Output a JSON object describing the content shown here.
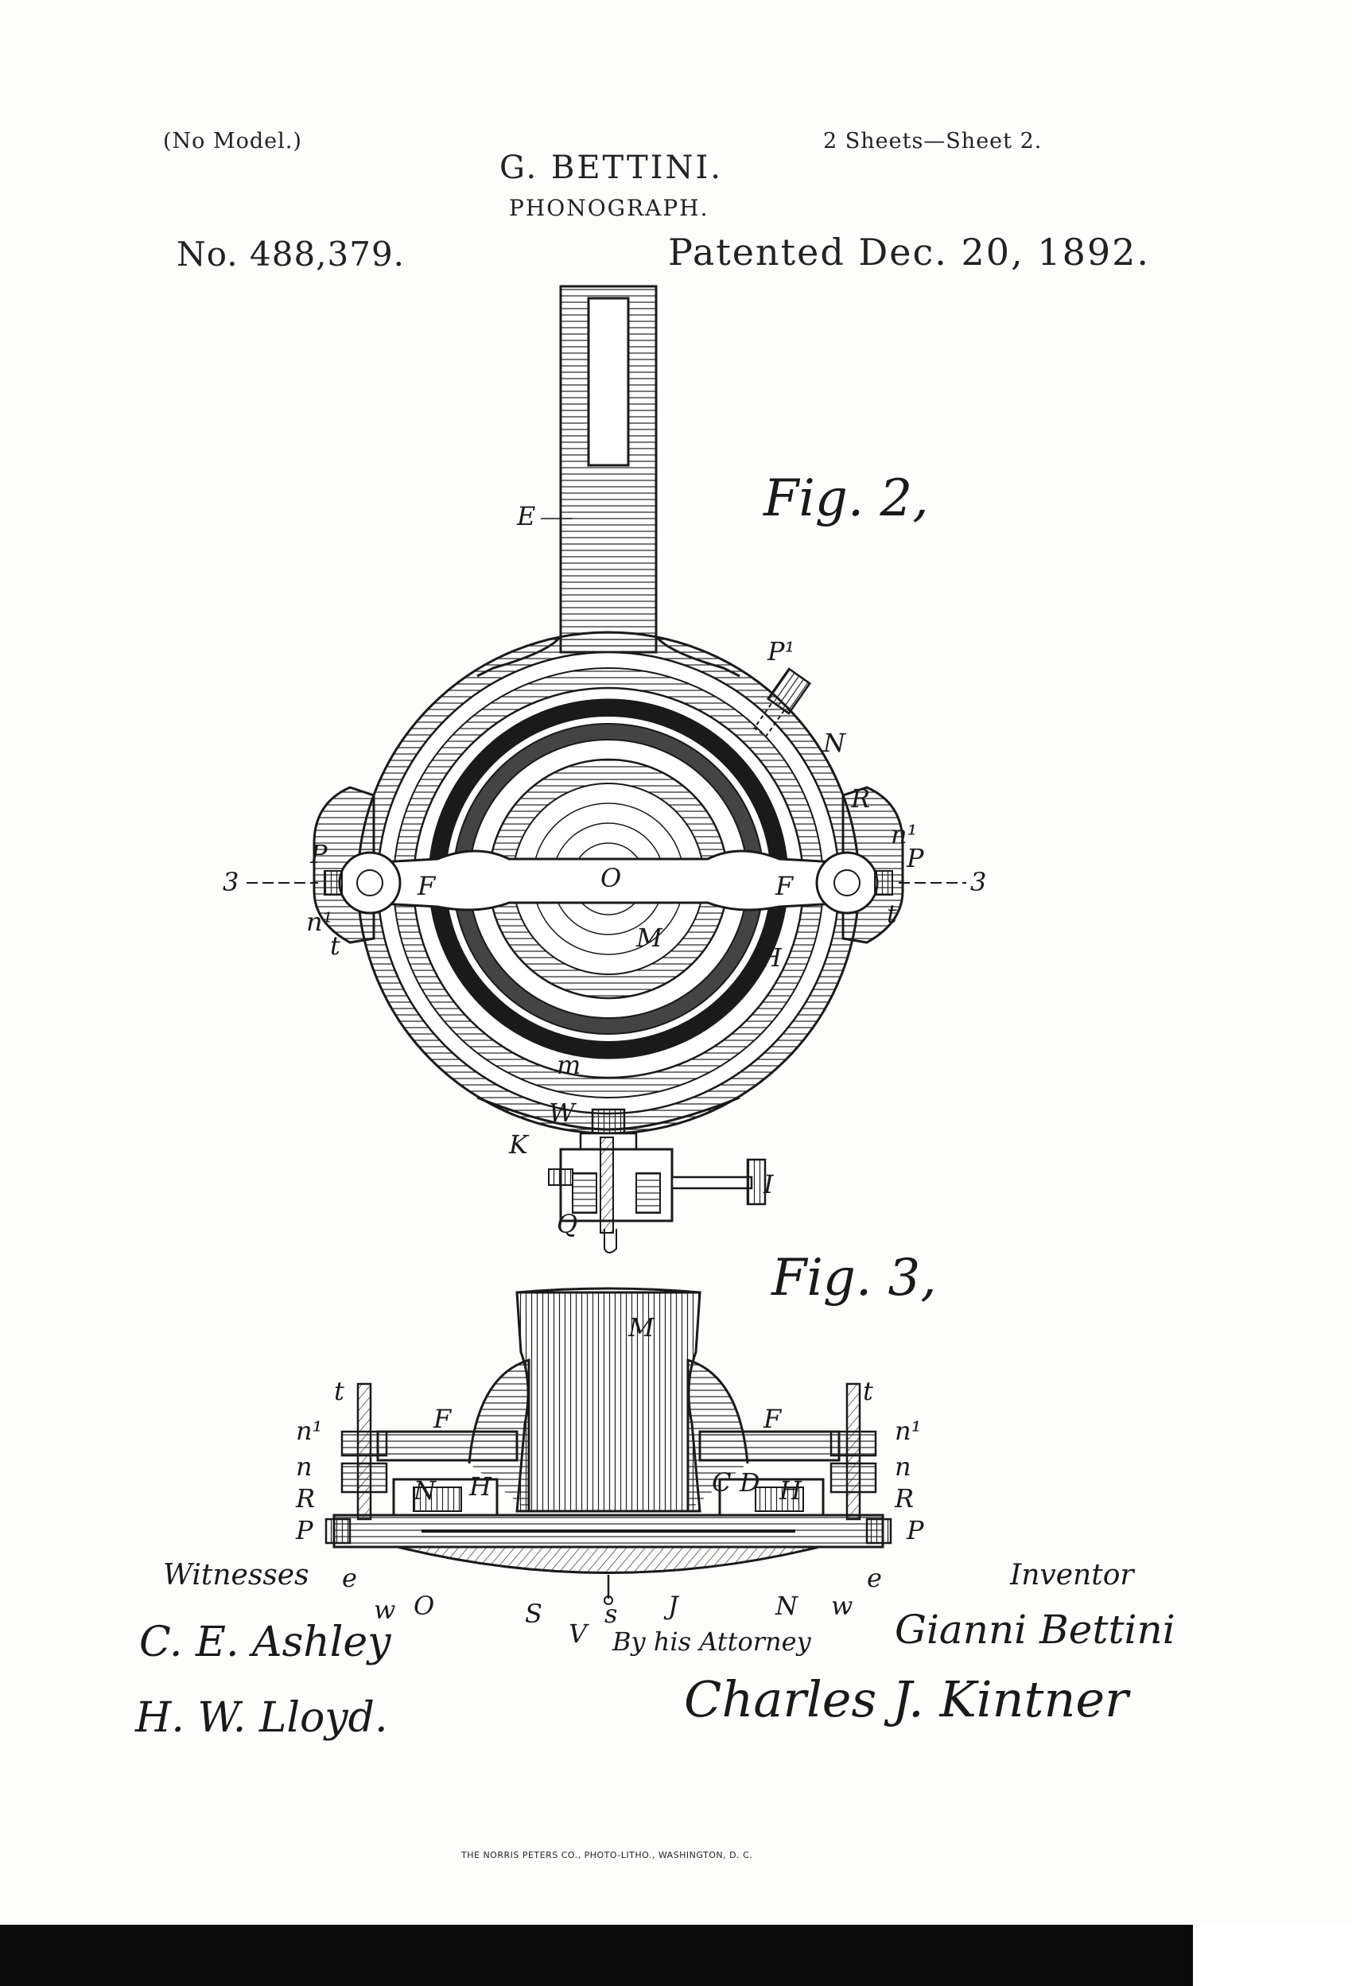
{
  "header": {
    "model_note": "(No Model.)",
    "sheets": "2 Sheets—Sheet 2.",
    "inventor_name": "G. BETTINI.",
    "invention": "PHONOGRAPH.",
    "patent_number": "No. 488,379.",
    "patented_date": "Patented Dec. 20, 1892."
  },
  "figures": {
    "fig2": {
      "title": "Fig. 2,",
      "labels": {
        "E": "E",
        "P1": "P¹",
        "N": "N",
        "R": "R",
        "n1_right": "n¹",
        "P_right": "P",
        "three_right": "3",
        "t_right": "t",
        "P_left": "P",
        "three_left": "3",
        "n1_left": "n¹",
        "t_left": "t",
        "F_left": "F",
        "F_right": "F",
        "O": "O",
        "M": "M",
        "H": "H",
        "m": "m",
        "W": "W",
        "K": "K",
        "I": "I",
        "Q": "Q"
      }
    },
    "fig3": {
      "title": "Fig. 3,",
      "labels": {
        "M": "M",
        "t_left": "t",
        "n1_left": "n¹",
        "n_left": "n",
        "R_left": "R",
        "P_left": "P",
        "F_left": "F",
        "N_left": "N",
        "H_left": "H",
        "t_right": "t",
        "n1_right": "n¹",
        "n_right": "n",
        "R_right": "R",
        "P_right": "P",
        "F_right": "F",
        "C": "C",
        "D": "D",
        "H_right": "H",
        "e_left": "e",
        "w_left": "w",
        "O": "O",
        "S": "S",
        "V": "V",
        "s": "s",
        "J": "J",
        "N_right": "N",
        "w_right": "w",
        "e_right": "e"
      }
    }
  },
  "signatures": {
    "witnesses_label": "Witnesses",
    "witness_1": "C. E. Ashley",
    "witness_2": "H. W. Lloyd.",
    "inventor_label": "Inventor",
    "inventor_signature": "Gianni Bettini",
    "attorney_label": "By his Attorney",
    "attorney_signature": "Charles J. Kintner"
  },
  "footer": {
    "printer": "THE NORRIS PETERS CO., PHOTO-LITHO., WASHINGTON, D. C."
  }
}
